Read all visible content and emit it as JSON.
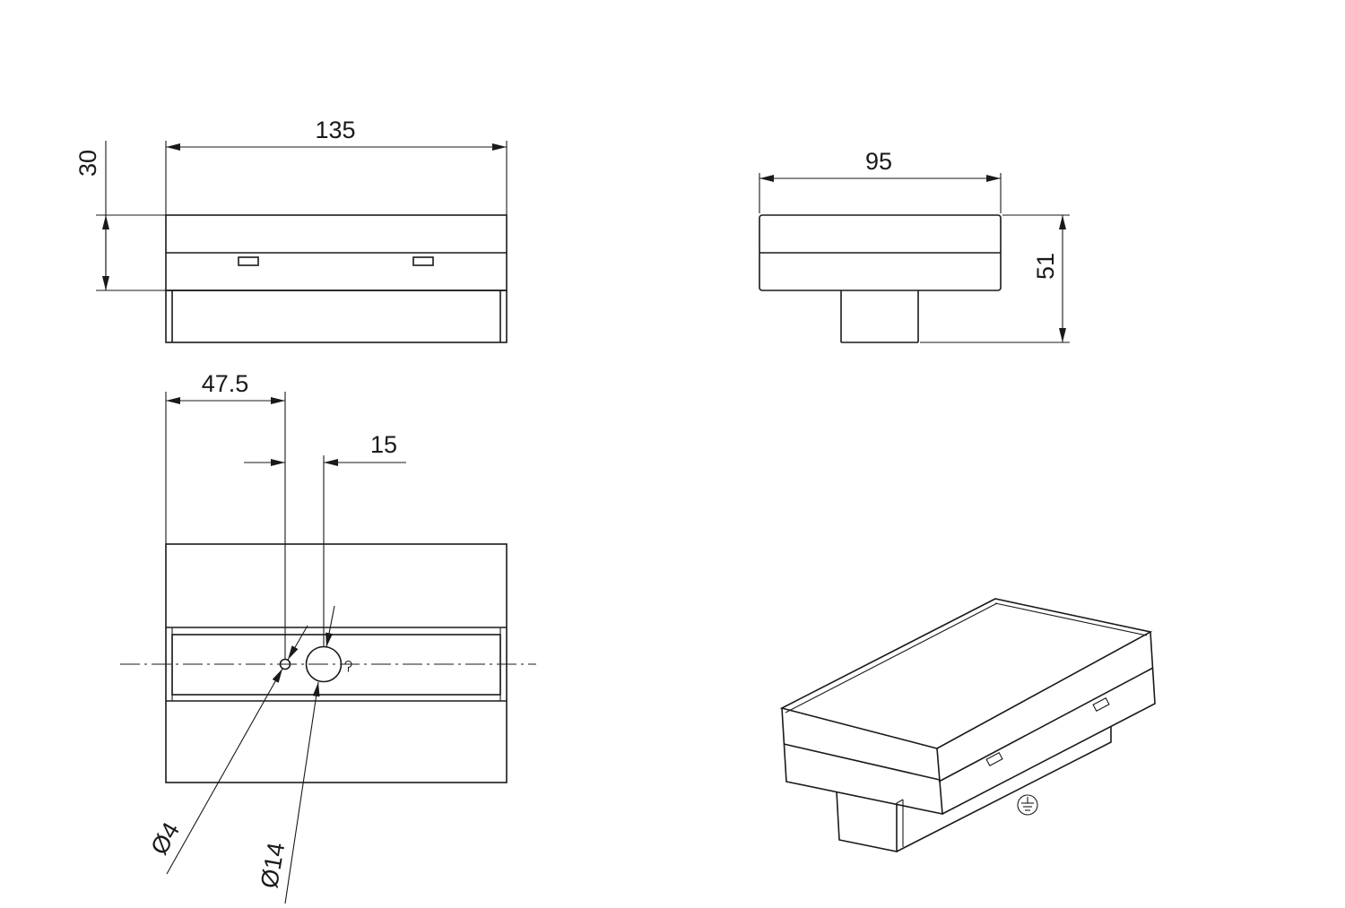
{
  "drawing": {
    "views": {
      "front": {
        "dims": {
          "width": "135",
          "height": "30"
        }
      },
      "side": {
        "dims": {
          "width": "95",
          "height": "51"
        }
      },
      "top": {
        "dims": {
          "offset": "47.5",
          "hole_spacing": "15",
          "small_hole": "Ø4",
          "large_hole": "Ø14"
        }
      },
      "iso": {
        "symbol": "protective-earth-icon"
      }
    },
    "colors": {
      "line": "#1a1a1a",
      "background": "#ffffff"
    }
  }
}
